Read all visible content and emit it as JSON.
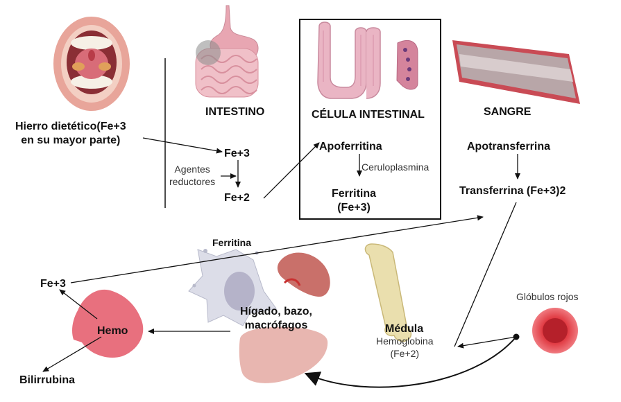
{
  "labels": {
    "dietary_iron": "Hierro dietético(Fe+3\nen su mayor parte)",
    "intestine": "INTESTINO",
    "intestinal_cell": "CÉLULA INTESTINAL",
    "blood": "SANGRE",
    "fe3_intestine": "Fe+3",
    "reducing_agents": "Agentes\nreductores",
    "fe2_intestine": "Fe+2",
    "apoferritin": "Apoferritina",
    "ceruloplasmin": "Ceruloplasmina",
    "ferritin_cell": "Ferritina\n(Fe+3)",
    "apotransferrin": "Apotransferrina",
    "transferrin": "Transferrina (Fe+3)2",
    "ferritin_macrophage": "Ferritina",
    "liver_spleen_macrophages": "Hígado, bazo,\nmacrófagos",
    "fe3_heme": "Fe+3",
    "heme": "Hemo",
    "bilirubin": "Bilirrubina",
    "marrow": "Médula",
    "hemoglobin": "Hemoglobina\n(Fe+2)",
    "red_cells": "Glóbulos rojos"
  },
  "colors": {
    "mouth_lips": "#e8a59a",
    "tissue_pink": "#e9a9b8",
    "blood_vessel": "#c94b55",
    "macrophage": "#dcdde8",
    "spleen": "#c9706a",
    "bone": "#eadfae",
    "liver": "#e8b6b0",
    "heme_organ": "#e8707e",
    "red_cell": "#e03a42"
  }
}
